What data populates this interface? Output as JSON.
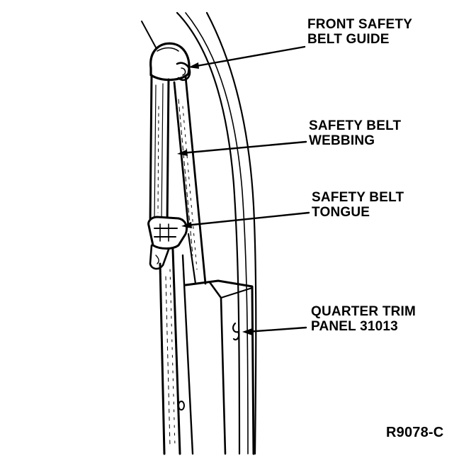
{
  "labels": {
    "belt_guide": [
      "FRONT SAFETY",
      "BELT GUIDE"
    ],
    "belt_webbing": [
      "SAFETY BELT",
      "WEBBING"
    ],
    "belt_tongue": [
      "SAFETY BELT",
      "TONGUE"
    ],
    "trim_panel": [
      "QUARTER TRIM",
      "PANEL 31013"
    ]
  },
  "figure_code": "R9078-C",
  "colors": {
    "ink": "#000000",
    "paper": "#ffffff"
  }
}
